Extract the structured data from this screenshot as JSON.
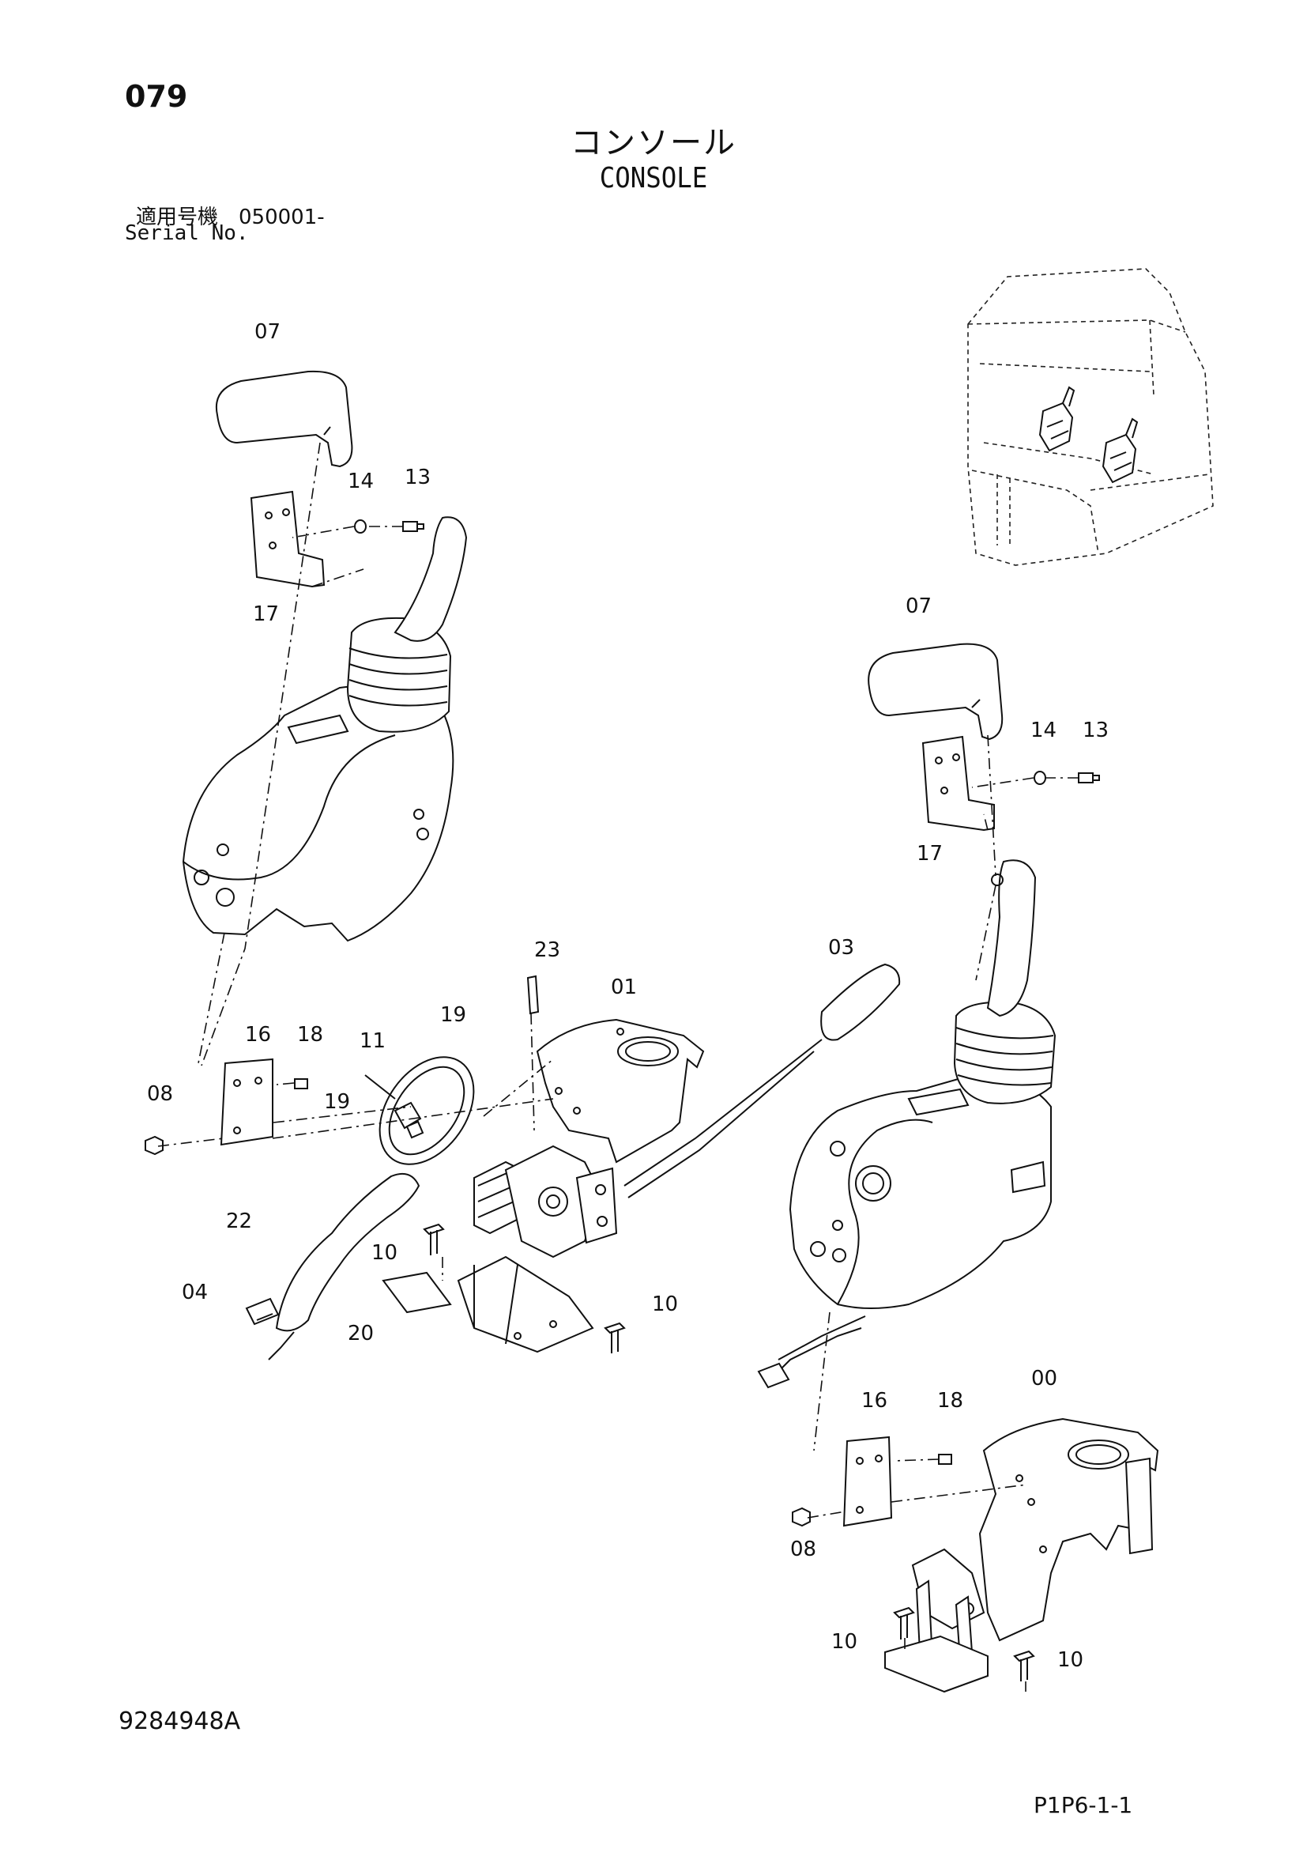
{
  "header": {
    "page_number": "079",
    "title_jp": "コンソール",
    "title_en": "CONSOLE",
    "serial_jp": "適用号機　050001-",
    "serial_en": "Serial No."
  },
  "footer": {
    "doc_id": "9284948A",
    "page_ref": "P1P6-1-1"
  },
  "callouts": {
    "c00": "00",
    "c01": "01",
    "c03": "03",
    "c04": "04",
    "c07a": "07",
    "c07b": "07",
    "c08a": "08",
    "c08b": "08",
    "c10a": "10",
    "c10b": "10",
    "c10c": "10",
    "c10d": "10",
    "c11": "11",
    "c13a": "13",
    "c13b": "13",
    "c14a": "14",
    "c14b": "14",
    "c16a": "16",
    "c16b": "16",
    "c17a": "17",
    "c17b": "17",
    "c18a": "18",
    "c18b": "18",
    "c19a": "19",
    "c19b": "19",
    "c20": "20",
    "c22": "22",
    "c23": "23"
  }
}
